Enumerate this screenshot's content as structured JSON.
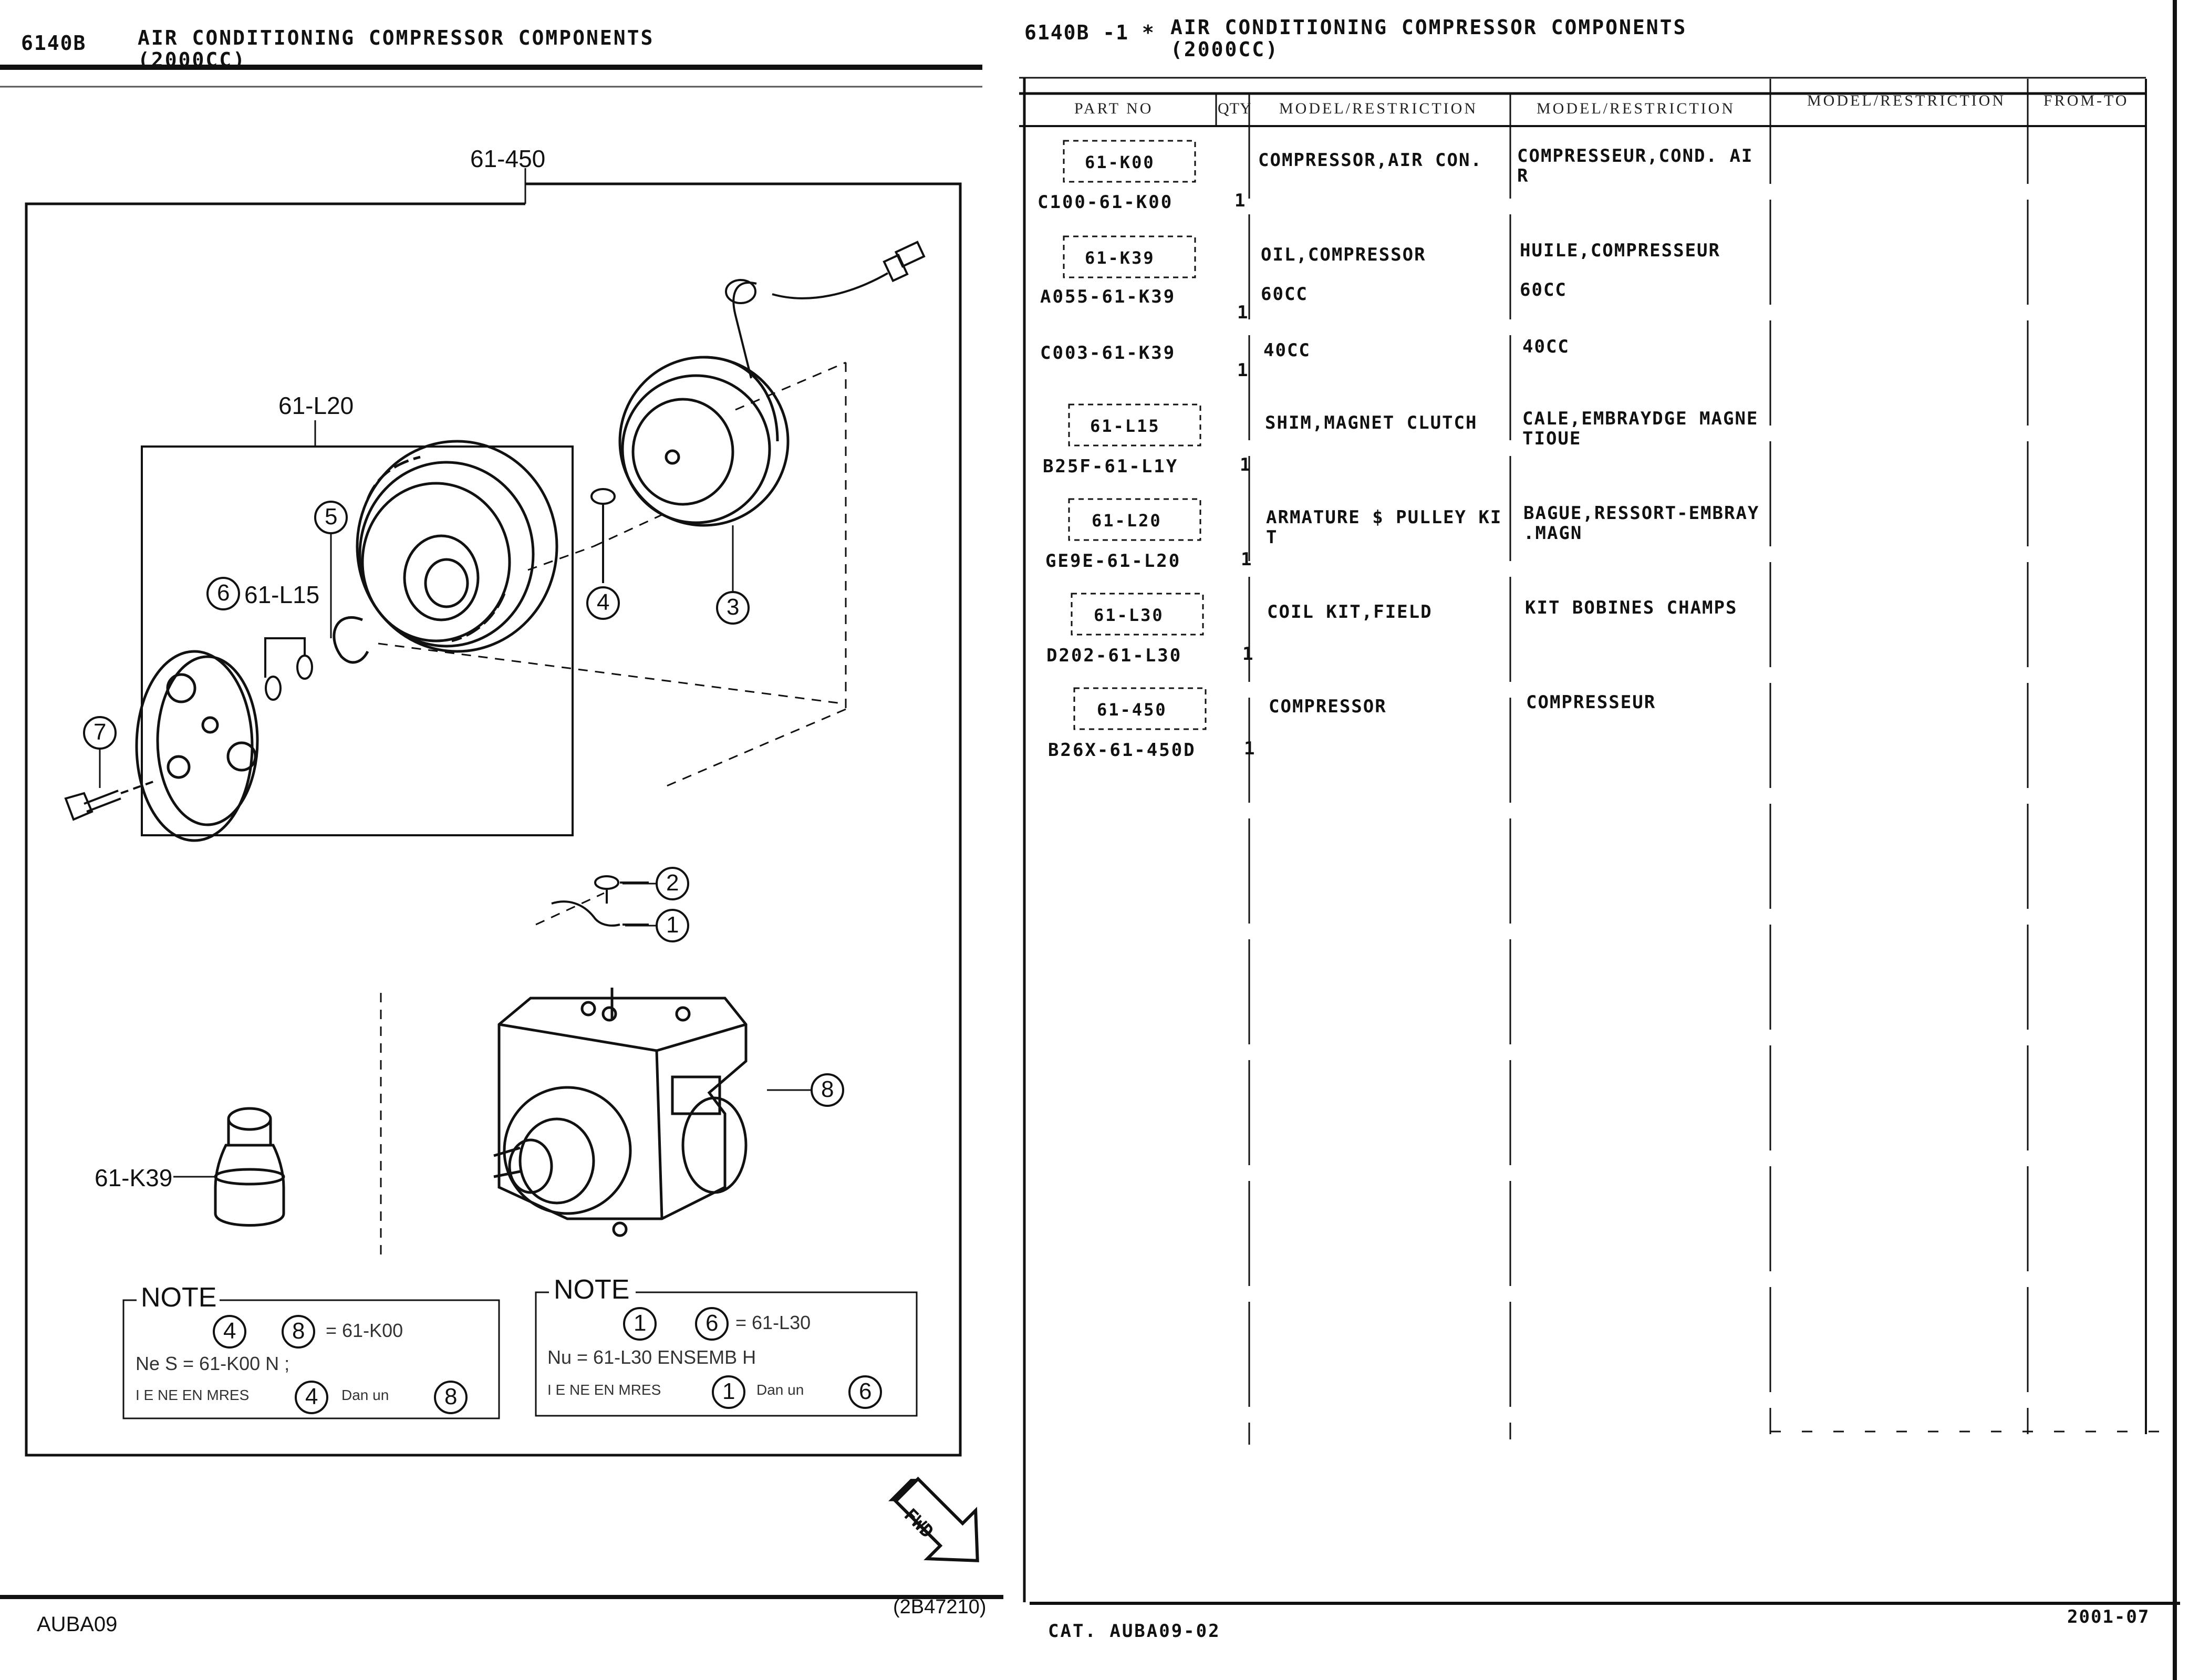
{
  "left_page": {
    "section_code": "6140B",
    "title": "AIR CONDITIONING COMPRESSOR COMPONENTS",
    "subtitle": "(2000CC)",
    "footer_catalog": "AUBA09",
    "footer_ref": "(2B47210)",
    "fwd_label": "FWD",
    "callouts": {
      "assembly_450": "61-450",
      "kit_l20": "61-L20",
      "shim_l15": "61-L15",
      "oil_k39": "61-K39",
      "n1": "1",
      "n2": "2",
      "n3": "3",
      "n4": "4",
      "n5": "5",
      "n6": "6",
      "n7": "7",
      "n8": "8"
    },
    "note1": {
      "title": "NOTE",
      "circle_a": "4",
      "circle_b": "8",
      "line1_rest": "= 61-K00",
      "line2": "Ne     S   =  61-K00    N    ;",
      "line3_pre": "I  E NE EN MRES",
      "line3_mid": "Dan  un",
      "circle_c": "4",
      "circle_d": "8"
    },
    "note2": {
      "title": "NOTE",
      "circle_a": "1",
      "circle_b": "6",
      "line1_rest": "= 61-L30",
      "line2": "Nu      =  61-L30   ENSEMB H",
      "line3_pre": "I  E NE EN MRES",
      "line3_mid": "Dan  un",
      "circle_c": "1",
      "circle_d": "6"
    }
  },
  "right_page": {
    "section_code": "6140B -1 *",
    "title": "AIR CONDITIONING COMPRESSOR COMPONENTS",
    "subtitle": "(2000CC)",
    "columns": {
      "part_no": "PART NO",
      "qty": "QTY",
      "model1": "MODEL/RESTRICTION",
      "model2": "MODEL/RESTRICTION",
      "model3": "MODEL/RESTRICTION",
      "from_to": "FROM-TO"
    },
    "rows": [
      {
        "group": "61-K00",
        "part_no": "C100-61-K00",
        "qty": "1",
        "desc_en": "COMPRESSOR,AIR CON.",
        "desc_fr": "COMPRESSEUR,COND. AI",
        "desc_fr2": "R"
      },
      {
        "group": "61-K39",
        "part_no": "",
        "qty": "",
        "desc_en": "OIL,COMPRESSOR",
        "desc_fr": "HUILE,COMPRESSEUR",
        "desc_fr2": ""
      },
      {
        "group": "",
        "part_no": "A055-61-K39",
        "qty": "1",
        "desc_en": "60CC",
        "desc_fr": "60CC",
        "desc_fr2": ""
      },
      {
        "group": "",
        "part_no": "C003-61-K39",
        "qty": "1",
        "desc_en": "40CC",
        "desc_fr": "40CC",
        "desc_fr2": ""
      },
      {
        "group": "61-L15",
        "part_no": "B25F-61-L1Y",
        "qty": "1",
        "desc_en": "SHIM,MAGNET CLUTCH",
        "desc_fr": "CALE,EMBRAYDGE MAGNE",
        "desc_fr2": "TIOUE"
      },
      {
        "group": "61-L20",
        "part_no": "GE9E-61-L20",
        "qty": "1",
        "desc_en": "ARMATURE $ PULLEY KI",
        "desc_en2": "T",
        "desc_fr": "BAGUE,RESSORT-EMBRAY",
        "desc_fr2": ".MAGN"
      },
      {
        "group": "61-L30",
        "part_no": "D202-61-L30",
        "qty": "1",
        "desc_en": "COIL KIT,FIELD",
        "desc_fr": "KIT BOBINES CHAMPS",
        "desc_fr2": ""
      },
      {
        "group": "61-450",
        "part_no": "B26X-61-450D",
        "qty": "1",
        "desc_en": "COMPRESSOR",
        "desc_fr": "COMPRESSEUR",
        "desc_fr2": ""
      }
    ],
    "footer_catalog": "CAT. AUBA09-02",
    "footer_date": "2001-07"
  }
}
